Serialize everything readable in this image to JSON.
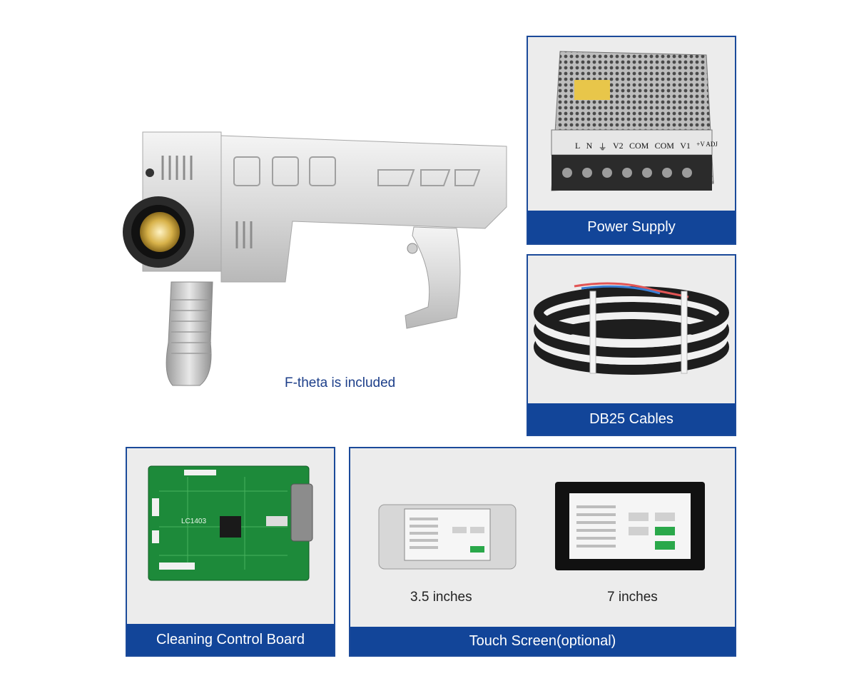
{
  "main_product": {
    "caption": "F-theta is included"
  },
  "accessories": [
    {
      "label": "Power Supply"
    },
    {
      "label": "DB25 Cables"
    },
    {
      "label": "Cleaning Control Board"
    },
    {
      "label": "Touch Screen(optional)"
    }
  ],
  "power_supply_terminals": [
    "L",
    "N",
    "⏚",
    "V2",
    "COM",
    "COM",
    "V1",
    "+V ADJ"
  ],
  "control_board_marking": "LC1403",
  "touch_screens": [
    {
      "size": "3.5 inches"
    },
    {
      "size": "7 inches"
    }
  ],
  "colors": {
    "accent": "#124599",
    "caption_text": "#1d3f8a",
    "panel_bg": "#ececec"
  }
}
